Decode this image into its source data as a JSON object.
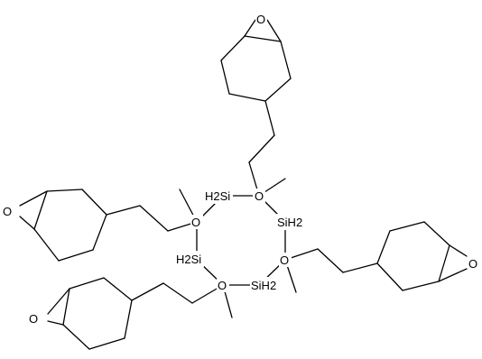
{
  "molecule": {
    "atoms": {
      "ring_si_1": "H2Si",
      "ring_si_2": "SiH2",
      "ring_si_3": "H2Si",
      "ring_si_4": "SiH2",
      "ring_o_1": "O",
      "ring_o_2": "O",
      "ring_o_3": "O",
      "ring_o_4": "O",
      "epoxide_o_top": "O",
      "epoxide_o_left": "O",
      "epoxide_o_bottom": "O",
      "epoxide_o_right": "O"
    }
  },
  "colors": {
    "bond": "#000000",
    "background": "#ffffff"
  }
}
